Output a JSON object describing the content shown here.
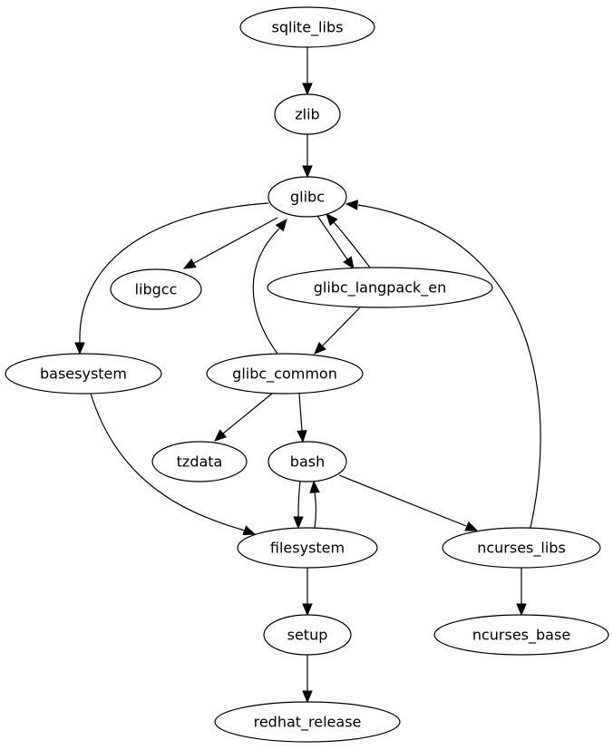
{
  "diagram": {
    "type": "directed-graph",
    "title": "",
    "nodes": [
      {
        "id": "sqlite_libs",
        "label": "sqlite_libs"
      },
      {
        "id": "zlib",
        "label": "zlib"
      },
      {
        "id": "glibc",
        "label": "glibc"
      },
      {
        "id": "libgcc",
        "label": "libgcc"
      },
      {
        "id": "glibc_langpack_en",
        "label": "glibc_langpack_en"
      },
      {
        "id": "basesystem",
        "label": "basesystem"
      },
      {
        "id": "glibc_common",
        "label": "glibc_common"
      },
      {
        "id": "tzdata",
        "label": "tzdata"
      },
      {
        "id": "bash",
        "label": "bash"
      },
      {
        "id": "filesystem",
        "label": "filesystem"
      },
      {
        "id": "ncurses_libs",
        "label": "ncurses_libs"
      },
      {
        "id": "setup",
        "label": "setup"
      },
      {
        "id": "ncurses_base",
        "label": "ncurses_base"
      },
      {
        "id": "redhat_release",
        "label": "redhat_release"
      }
    ],
    "edges": [
      {
        "from": "sqlite_libs",
        "to": "zlib"
      },
      {
        "from": "zlib",
        "to": "glibc"
      },
      {
        "from": "glibc",
        "to": "basesystem"
      },
      {
        "from": "glibc",
        "to": "libgcc"
      },
      {
        "from": "glibc",
        "to": "glibc_langpack_en"
      },
      {
        "from": "glibc_langpack_en",
        "to": "glibc"
      },
      {
        "from": "glibc_langpack_en",
        "to": "glibc_common"
      },
      {
        "from": "glibc_common",
        "to": "glibc"
      },
      {
        "from": "glibc_common",
        "to": "tzdata"
      },
      {
        "from": "glibc_common",
        "to": "bash"
      },
      {
        "from": "basesystem",
        "to": "filesystem"
      },
      {
        "from": "bash",
        "to": "filesystem"
      },
      {
        "from": "filesystem",
        "to": "bash"
      },
      {
        "from": "bash",
        "to": "ncurses_libs"
      },
      {
        "from": "ncurses_libs",
        "to": "glibc"
      },
      {
        "from": "ncurses_libs",
        "to": "ncurses_base"
      },
      {
        "from": "filesystem",
        "to": "setup"
      },
      {
        "from": "setup",
        "to": "redhat_release"
      }
    ]
  }
}
